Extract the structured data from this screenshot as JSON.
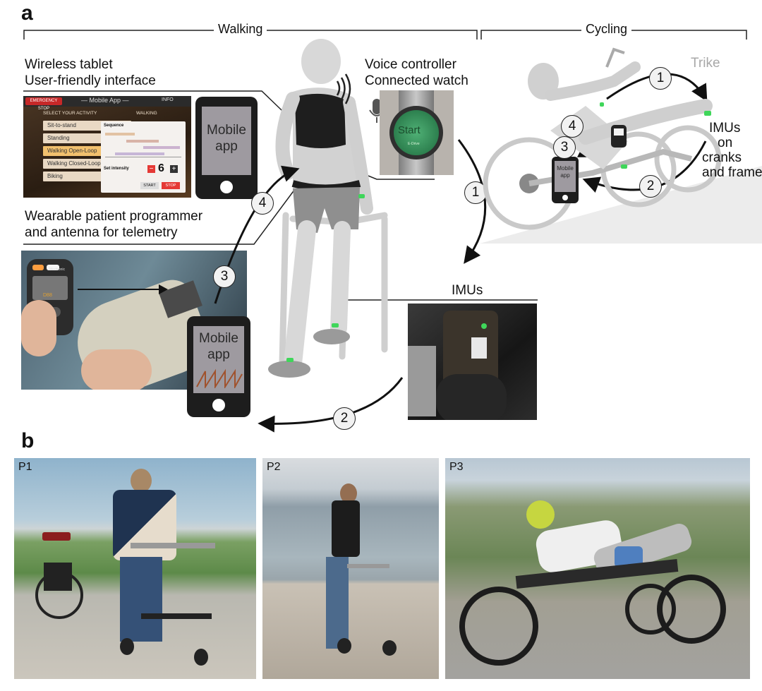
{
  "panels": {
    "a": {
      "letter": "a"
    },
    "b": {
      "letter": "b"
    }
  },
  "sections": {
    "walking": "Walking",
    "cycling": "Cycling"
  },
  "labels": {
    "tablet_title": [
      "Wireless tablet",
      "User-friendly interface"
    ],
    "programmer": [
      "Wearable patient programmer",
      "and antenna for telemetry"
    ],
    "voice": [
      "Voice controller",
      "Connected watch"
    ],
    "imus": "IMUs",
    "trike": "Trike",
    "trike_imus": [
      "IMUs",
      "on",
      "cranks",
      "and frame"
    ]
  },
  "app_screen": {
    "emergency": "EMERGENCY STOP",
    "title": "— Mobile App —",
    "info": "INFO",
    "select_activity": "SELECT YOUR ACTIVITY",
    "walking": "WALKING",
    "activities": [
      "Sit-to-stand",
      "Standing",
      "Walking Open-Loop",
      "Walking Closed-Loop",
      "Biking"
    ],
    "sequence": "Sequence",
    "set_intensity": "Set intensity",
    "intensity_value": "6",
    "minus": "−",
    "plus": "+",
    "start": "START",
    "stop": "STOP"
  },
  "watch": {
    "start": "Start",
    "brand": "E-Drive"
  },
  "device": {
    "brand": "Medtronic",
    "display": "D88"
  },
  "mobile_app": [
    "Mobile",
    "app"
  ],
  "steps": {
    "one": "1",
    "two": "2",
    "three": "3",
    "four": "4"
  },
  "participants": [
    "P1",
    "P2",
    "P3"
  ],
  "colors": {
    "sensor_green": "#3fd65a",
    "stop_red": "#e53935",
    "tablet_screen": "#9e9aa0"
  }
}
